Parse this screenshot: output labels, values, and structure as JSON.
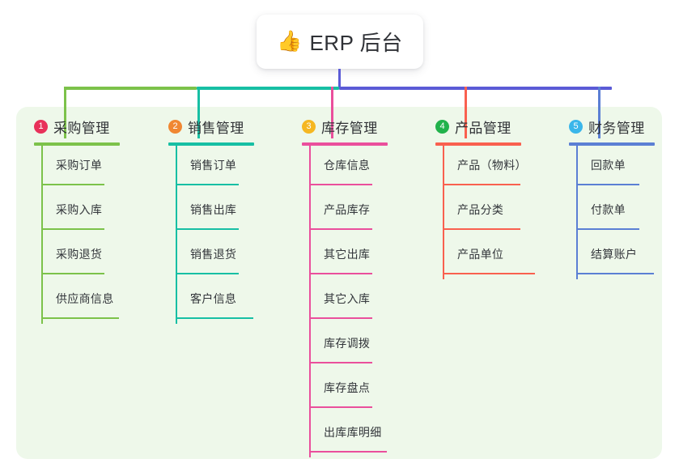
{
  "root": {
    "icon": "thumbs-up-icon",
    "emoji": "👍",
    "title": "ERP 后台"
  },
  "theme": {
    "canvas_bg": "#ffffff",
    "panel_bg": "#eef8ea",
    "card_bg": "#ffffff",
    "title_color": "#2f3136",
    "trunk_color": "#5b5bd6",
    "bus_segments": [
      "#7cc24a",
      "#17bfa4",
      "#5b5bd6"
    ]
  },
  "columns": [
    {
      "number": "1",
      "title": "采购管理",
      "badge_color": "#e8315a",
      "line_color": "#7cc24a",
      "stub_color": "#7cc24a",
      "head_rule_width": 106,
      "item_rule_width": 78,
      "items": [
        "采购订单",
        "采购入库",
        "采购退货",
        "供应商信息"
      ]
    },
    {
      "number": "2",
      "title": "销售管理",
      "badge_color": "#f08732",
      "line_color": "#17bfa4",
      "stub_color": "#17bfa4",
      "head_rule_width": 106,
      "item_rule_width": 78,
      "items": [
        "销售订单",
        "销售出库",
        "销售退货",
        "客户信息"
      ]
    },
    {
      "number": "3",
      "title": "库存管理",
      "badge_color": "#f5b721",
      "line_color": "#ea4f9c",
      "stub_color": "#ea4f9c",
      "head_rule_width": 106,
      "item_rule_width": 78,
      "items": [
        "仓库信息",
        "产品库存",
        "其它出库",
        "其它入库",
        "库存调拨",
        "库存盘点",
        "出库库明细"
      ]
    },
    {
      "number": "4",
      "title": "产品管理",
      "badge_color": "#21b24b",
      "line_color": "#f9604f",
      "stub_color": "#f9604f",
      "head_rule_width": 106,
      "item_rule_width": 96,
      "items": [
        "产品（物料）",
        "产品分类",
        "产品单位"
      ]
    },
    {
      "number": "5",
      "title": "财务管理",
      "badge_color": "#3ab6ea",
      "line_color": "#5b7fd4",
      "stub_color": "#5b7fd4",
      "head_rule_width": 106,
      "item_rule_width": 78,
      "items": [
        "回款单",
        "付款单",
        "结算账户"
      ]
    }
  ]
}
